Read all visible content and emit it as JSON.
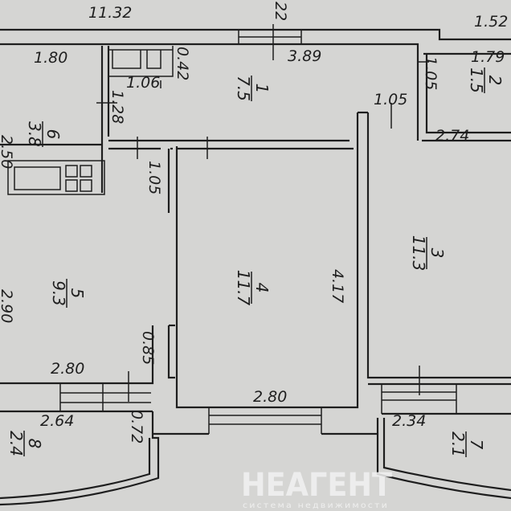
{
  "dimensions": {
    "total_width": "11.32",
    "top_partial": "22",
    "right_top": "1.52",
    "room6_width": "1.80",
    "niche_depth": "0.42",
    "room1_width": "3.89",
    "niche_width": "1.06",
    "door_1_28": "1.28",
    "room2_width": "1.79",
    "room2_door": "1.05",
    "room1_door": "1.05",
    "room3_width": "2.74",
    "room6_length": "2.50",
    "corridor_door": "1.05",
    "room5_length": "2.90",
    "room4_length": "4.17",
    "wall_085": "0.85",
    "room5_width": "2.80",
    "room4_width": "2.80",
    "balcony8_width": "2.64",
    "balcony8_depth": "0.72",
    "balcony7_width": "2.34"
  },
  "rooms": [
    {
      "number": "1",
      "area": "7.5"
    },
    {
      "number": "2",
      "area": "1.5"
    },
    {
      "number": "3",
      "area": "11.3"
    },
    {
      "number": "4",
      "area": "11.7"
    },
    {
      "number": "5",
      "area": "9.3"
    },
    {
      "number": "6",
      "area": "3.8"
    },
    {
      "number": "7",
      "area": "2.1"
    },
    {
      "number": "8",
      "area": "2.4"
    }
  ],
  "watermark": {
    "brand": "НЕАГЕНТ",
    "tagline": "система недвижимости"
  }
}
